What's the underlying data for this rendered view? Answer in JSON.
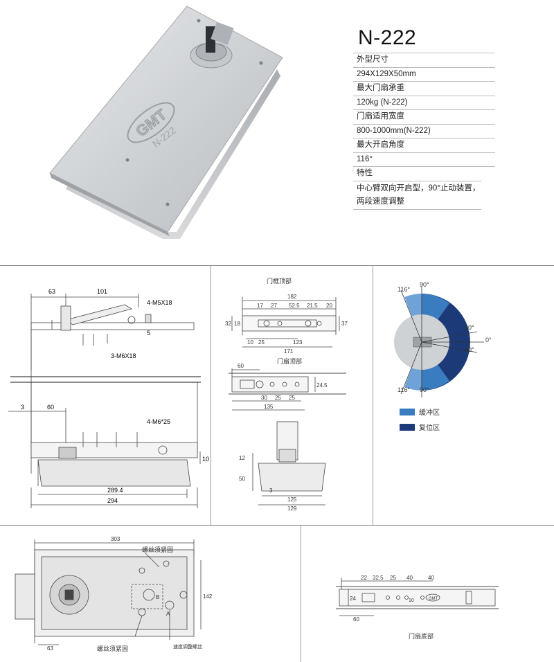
{
  "product": {
    "model": "N-222",
    "logo_text": "GMT",
    "plate_text": "N-222"
  },
  "specs": [
    {
      "label": "外型尺寸",
      "value": "294X129X50mm"
    },
    {
      "label": "最大门扇承重",
      "value": "120kg (N-222)"
    },
    {
      "label": "门扇适用宽度",
      "value": "800-1000mm(N-222)"
    },
    {
      "label": "最大开启角度",
      "value": "116°"
    },
    {
      "label": "特性",
      "value": "中心臂双向开启型，90°止动装置，两段速度调整"
    }
  ],
  "side_view": {
    "dims": {
      "d63": "63",
      "d101": "101",
      "m5": "4-M5X18",
      "d5": "5",
      "m6x18": "3-M6X18",
      "d3": "3",
      "d60": "60",
      "m6x25": "4-M6*25",
      "d10": "10",
      "d289": "289.4",
      "d294": "294"
    }
  },
  "frame_top": {
    "caption": "门框顶部",
    "dims": {
      "d182": "182",
      "d17": "17",
      "d27": "27",
      "d52": "52.5",
      "d21": "21.5",
      "d20": "20",
      "d32": "32",
      "d18": "18",
      "d37": "37",
      "d10": "10",
      "d25": "25",
      "d123": "123",
      "d171": "171"
    }
  },
  "door_top": {
    "caption": "门扇顶部",
    "dims": {
      "d60": "60",
      "d24": "24.5",
      "d30": "30",
      "d25a": "25",
      "d25b": "25",
      "d135": "135"
    }
  },
  "front_view": {
    "dims": {
      "d12": "12",
      "d50": "50",
      "d3": "3",
      "d125": "125",
      "d129": "129"
    }
  },
  "angle_diagram": {
    "labels": {
      "a116t": "116°",
      "a90t": "90°",
      "a20t": "20°",
      "a0": "0°",
      "a20b": "20°",
      "a116b": "116°",
      "a90b": "90°"
    },
    "legend": [
      {
        "label": "缓冲区",
        "color": "#3a7cc0"
      },
      {
        "label": "复位区",
        "color": "#1c3a78"
      }
    ]
  },
  "bottom_view": {
    "dims": {
      "d303": "303",
      "d142": "142",
      "d63": "63",
      "letter_b": "B",
      "letter_a": "A"
    },
    "notes": {
      "screw_fix_top": "螺丝须紧固",
      "screw_fix_bottom": "螺丝须紧固",
      "speed_screw": "速度调整螺丝"
    }
  },
  "door_bottom": {
    "caption": "门扇底部",
    "dims": {
      "d22": "22",
      "d32": "32.5",
      "d25": "25",
      "d40a": "40",
      "d40b": "40",
      "d24": "24",
      "d10": "10",
      "d60": "60"
    },
    "logo_text": "GMT"
  }
}
